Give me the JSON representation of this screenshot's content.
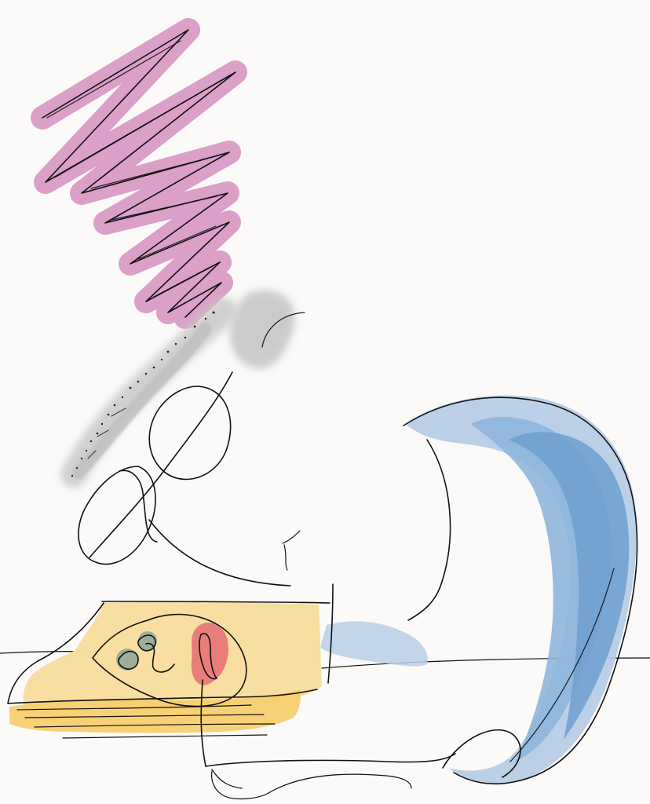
{
  "colors": {
    "background": "#fbfaf9",
    "pink_scribble": "#d99bc4",
    "smoke_gray": "#c9c9c9",
    "blue_light": "#b7cee6",
    "blue_mid": "#8fb5dc",
    "blue_dark": "#6f9fd0",
    "paper_yellow": "#f8dd9e",
    "paper_orange": "#f6cf6f",
    "cheek_red": "#e56d72",
    "eye_gray": "#8ea69a",
    "ink": "#111111"
  },
  "scene": {
    "elements": [
      "pink-zigzag",
      "gray-smoke",
      "ink-eyeglasses",
      "blue-crescent",
      "yellow-paper-stack",
      "face-doodle",
      "horizon-line"
    ]
  }
}
